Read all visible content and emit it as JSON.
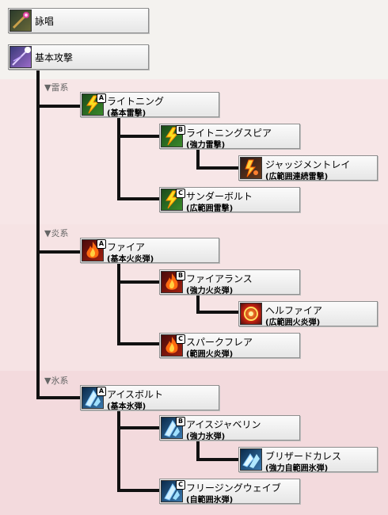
{
  "skills": {
    "chant": {
      "name": "詠唱"
    },
    "basic": {
      "name": "基本攻撃"
    },
    "thunder": {
      "label": "▼雷系",
      "a": {
        "grade": "A",
        "name": "ライトニング",
        "sub": "(基本雷撃)"
      },
      "b": {
        "grade": "B",
        "name": "ライトニングスピア",
        "sub": "(強力雷撃)"
      },
      "ult": {
        "name": "ジャッジメントレイ",
        "sub": "(広範囲連続雷撃)"
      },
      "c": {
        "grade": "C",
        "name": "サンダーボルト",
        "sub": "(広範囲雷撃)"
      }
    },
    "fire": {
      "label": "▼炎系",
      "a": {
        "grade": "A",
        "name": "ファイア",
        "sub": "(基本火炎弾)"
      },
      "b": {
        "grade": "B",
        "name": "ファイアランス",
        "sub": "(強力火炎弾)"
      },
      "ult": {
        "name": "ヘルファイア",
        "sub": "(広範囲火炎弾)"
      },
      "c": {
        "grade": "C",
        "name": "スパークフレア",
        "sub": "(範囲火炎弾)"
      }
    },
    "ice": {
      "label": "▼氷系",
      "a": {
        "grade": "A",
        "name": "アイスボルト",
        "sub": "(基本氷弾)"
      },
      "b": {
        "grade": "B",
        "name": "アイスジャベリン",
        "sub": "(強力氷弾)"
      },
      "ult": {
        "name": "ブリザードカレス",
        "sub": "(強力自範囲氷弾)"
      },
      "c": {
        "grade": "C",
        "name": "フリージングウェイブ",
        "sub": "(自範囲氷弾)"
      }
    }
  },
  "colors": {
    "thunder_band": "#f7e6e7",
    "fire_band": "#f6e3e4",
    "ice_band": "#f3dadd",
    "connector": "#111111"
  },
  "icons": {
    "chant": "magic-wand-icon",
    "basic": "magic-bolt-icon",
    "thunder": "lightning-icon",
    "thunder_ult": "judgement-ray-icon",
    "fire": "flame-icon",
    "fire_ult": "hellfire-orb-icon",
    "ice": "ice-shard-icon"
  }
}
